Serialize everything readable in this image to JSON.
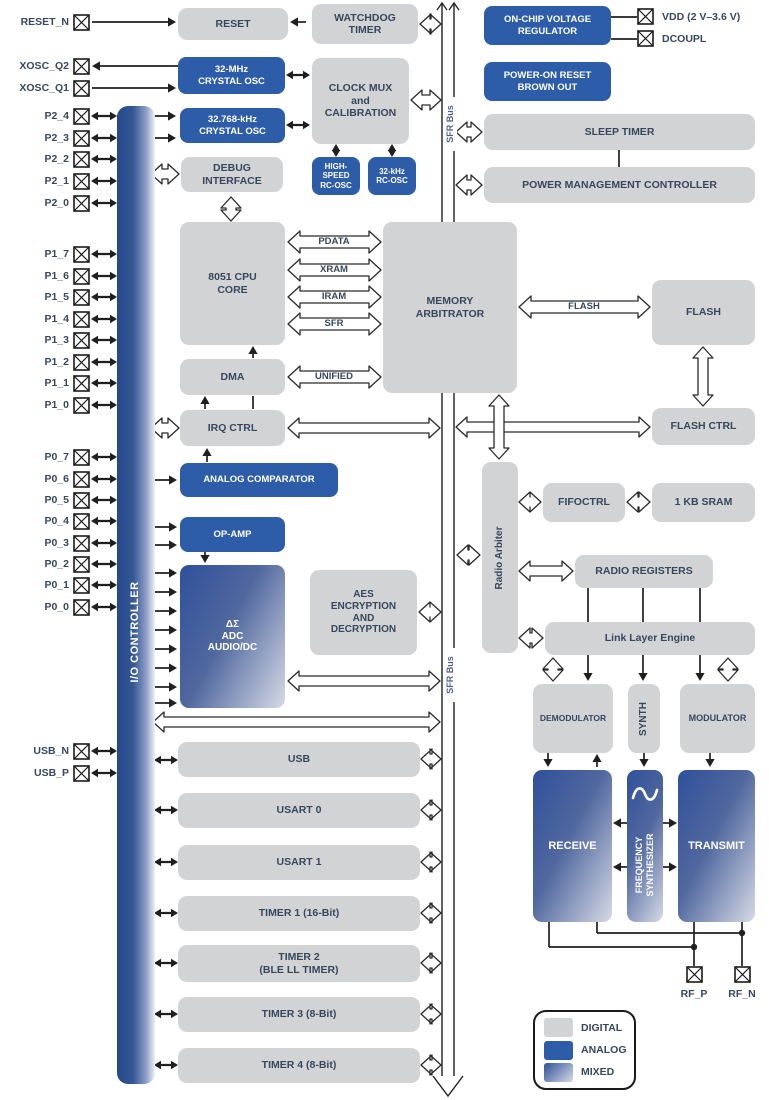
{
  "diagram": {
    "pins_left": [
      "RESET_N",
      "XOSC_Q2",
      "XOSC_Q1",
      "P2_4",
      "P2_3",
      "P2_2",
      "P2_1",
      "P2_0",
      "P1_7",
      "P1_6",
      "P1_5",
      "P1_4",
      "P1_3",
      "P1_2",
      "P1_1",
      "P1_0",
      "P0_7",
      "P0_6",
      "P0_5",
      "P0_4",
      "P0_3",
      "P0_2",
      "P0_1",
      "P0_0",
      "USB_N",
      "USB_P"
    ],
    "pins_right": [
      "VDD (2 V–3.6 V)",
      "DCOUPL"
    ],
    "pins_rf": [
      "RF_P",
      "RF_N"
    ],
    "io_controller": "I/O CONTROLLER",
    "blocks": {
      "reset": "RESET",
      "watchdog": "WATCHDOG\nTIMER",
      "osc32m": "32-MHz\nCRYSTAL OSC",
      "clockmux": "CLOCK MUX\nand\nCALIBRATION",
      "osc32k": "32.768-kHz\nCRYSTAL OSC",
      "debug": "DEBUG\nINTERFACE",
      "hsrcosc": "HIGH-\nSPEED\nRC-OSC",
      "rcosc32k": "32-kHz\nRC-OSC",
      "vreg": "ON-CHIP VOLTAGE\nREGULATOR",
      "por": "POWER-ON RESET\nBROWN OUT",
      "sleep": "SLEEP TIMER",
      "pmc": "POWER MANAGEMENT CONTROLLER",
      "cpu": "8051 CPU\nCORE",
      "memarb": "MEMORY\nARBITRATOR",
      "dma": "DMA",
      "irq": "IRQ CTRL",
      "flash": "FLASH",
      "flashctrl": "FLASH CTRL",
      "acomp": "ANALOG COMPARATOR",
      "opamp": "OP-AMP",
      "adc": "ΔΣ\nADC\nAUDIO/DC",
      "aes": "AES\nENCRYPTION\nAND\nDECRYPTION",
      "radioarb": "Radio Arbiter",
      "fifoctrl": "FIFOCTRL",
      "sram": "1 KB SRAM",
      "radioregs": "RADIO REGISTERS",
      "lle": "Link Layer Engine",
      "demod": "DEMODULATOR",
      "synth": "SYNTH",
      "mod": "MODULATOR",
      "receive": "RECEIVE",
      "freqsynth": "FREQUENCY\nSYNTHESIZER",
      "transmit": "TRANSMIT",
      "usb": "USB",
      "usart0": "USART 0",
      "usart1": "USART 1",
      "timer1": "TIMER 1 (16-Bit)",
      "timer2": "TIMER 2\n(BLE LL TIMER)",
      "timer3": "TIMER 3 (8-Bit)",
      "timer4": "TIMER 4 (8-Bit)"
    },
    "bus_labels": {
      "pdata": "PDATA",
      "xram": "XRAM",
      "iram": "IRAM",
      "sfr": "SFR",
      "unified": "UNIFIED",
      "flash": "FLASH",
      "sfr_bus": "SFR Bus"
    },
    "legend": {
      "items": [
        {
          "label": "DIGITAL",
          "type": "digital"
        },
        {
          "label": "ANALOG",
          "type": "analog"
        },
        {
          "label": "MIXED",
          "type": "mixed"
        }
      ]
    },
    "colors": {
      "digital": "#d1d3d4",
      "analog": "#2d5ca8",
      "mixed_dark": "#2f509a",
      "mixed_light": "#d6dae5",
      "wire": "#1f1f1f",
      "label_text": "#37475c"
    }
  }
}
